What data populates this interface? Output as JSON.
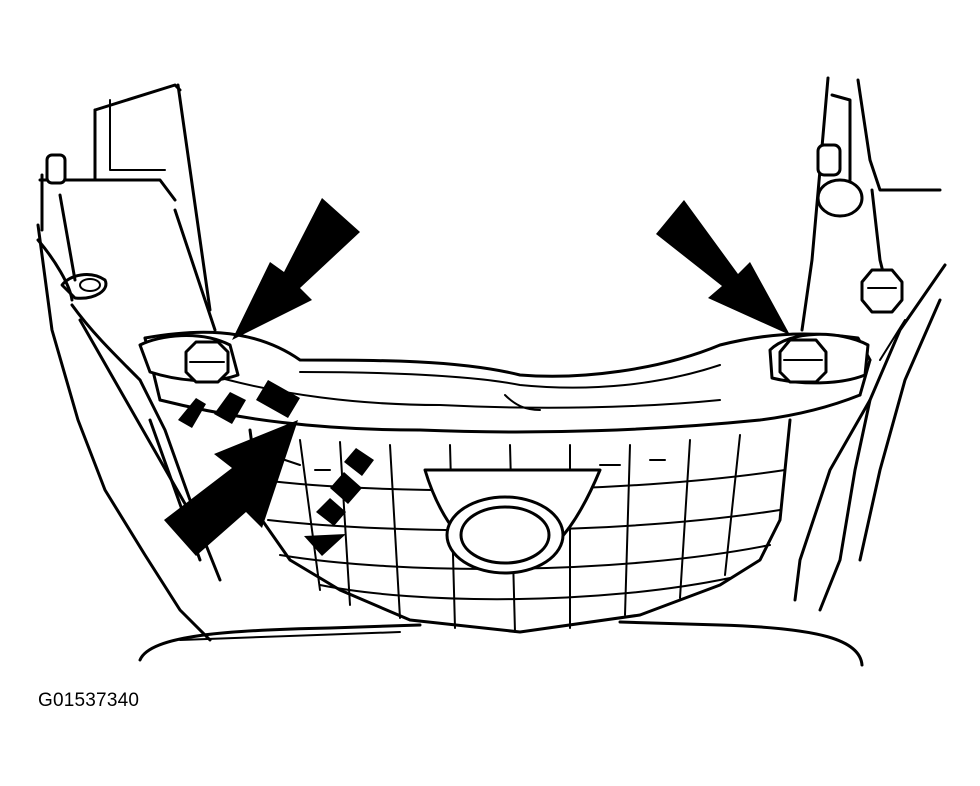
{
  "figure": {
    "id_label": "G01537340",
    "colors": {
      "ink": "#000000",
      "paper": "#ffffff"
    },
    "callouts": [
      {
        "name": "left-bolt-arrow",
        "points_to": "left-mounting-bolt"
      },
      {
        "name": "right-bolt-arrow",
        "points_to": "right-mounting-bolt"
      },
      {
        "name": "lower-left-arrow",
        "points_to": "cover-edge"
      }
    ]
  }
}
